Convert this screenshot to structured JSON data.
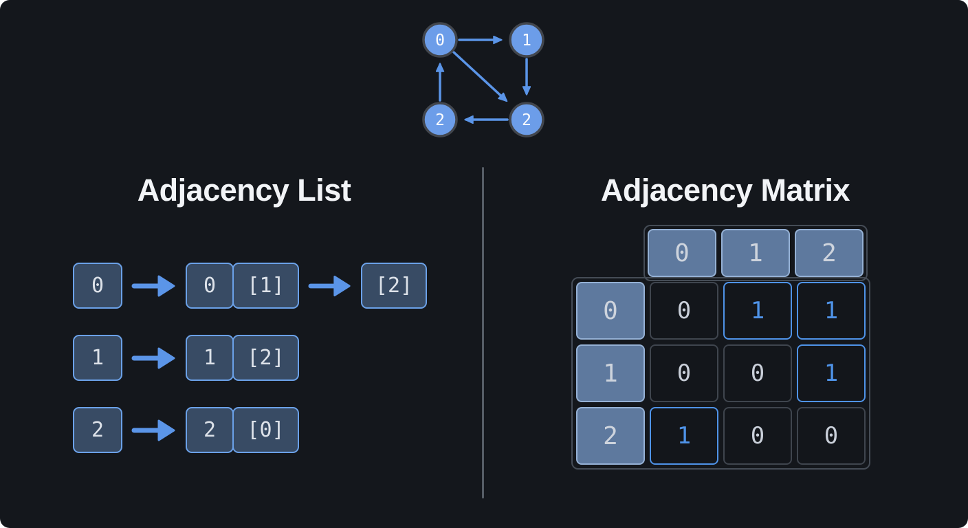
{
  "graph": {
    "nodes": [
      {
        "id": "node-0",
        "label": "0"
      },
      {
        "id": "node-1",
        "label": "1"
      },
      {
        "id": "node-2-left",
        "label": "2"
      },
      {
        "id": "node-2-right",
        "label": "2"
      }
    ],
    "edges": [
      "0→1",
      "1→2",
      "0→2",
      "2→2",
      "2→0"
    ]
  },
  "left": {
    "title": "Adjacency List",
    "rows": [
      {
        "index": "0",
        "node": "0",
        "first_neighbor": "[1]",
        "second_neighbor": "[2]"
      },
      {
        "index": "1",
        "node": "1",
        "first_neighbor": "[2]"
      },
      {
        "index": "2",
        "node": "2",
        "first_neighbor": "[0]"
      }
    ]
  },
  "right": {
    "title": "Adjacency Matrix",
    "col_headers": [
      "0",
      "1",
      "2"
    ],
    "row_headers": [
      "0",
      "1",
      "2"
    ],
    "values": [
      [
        "0",
        "1",
        "1"
      ],
      [
        "0",
        "0",
        "1"
      ],
      [
        "1",
        "0",
        "0"
      ]
    ]
  },
  "colors": {
    "background": "#14171c",
    "accent_blue": "#5b95e8",
    "node_fill": "#6c9de9",
    "node_ring": "#42464d",
    "box_border": "#6ba1e8",
    "cell_one_blue": "#4f93e8",
    "cell_zero_border": "#3f454e",
    "muted_text": "#ced4dd",
    "heading_text": "#f2f4f7",
    "divider_gray": "#565d66"
  }
}
